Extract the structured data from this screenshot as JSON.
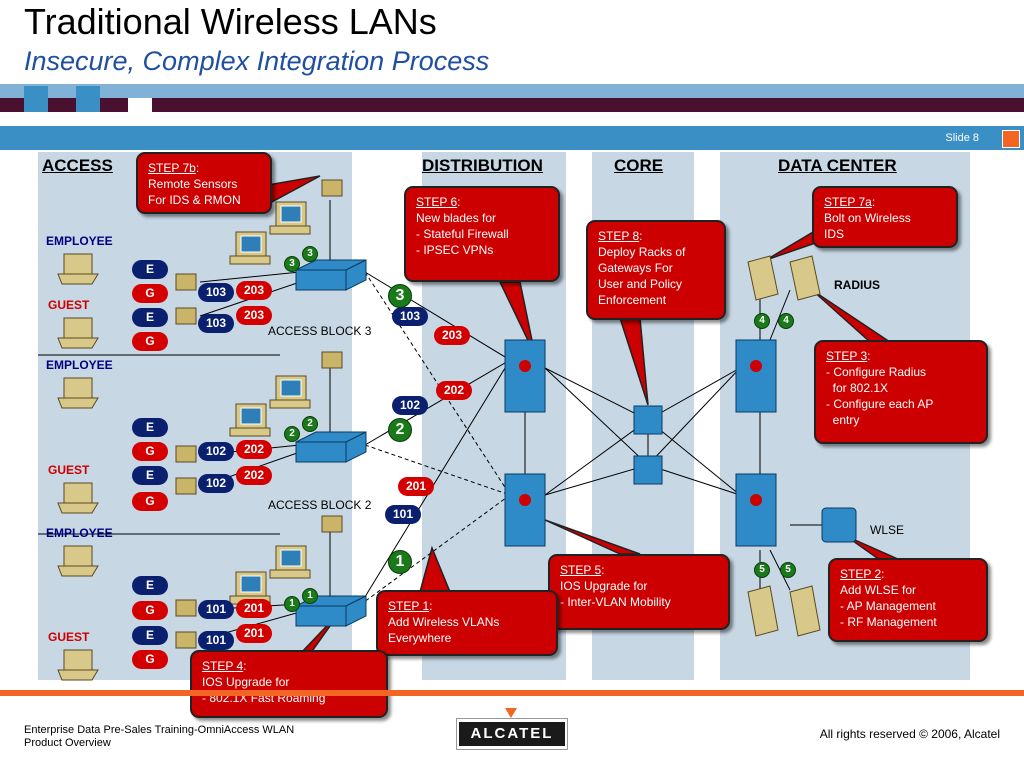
{
  "header": {
    "title": "Traditional Wireless LANs",
    "subtitle": "Insecure, Complex Integration Process",
    "slide_label": "Slide 8"
  },
  "columns": {
    "access": "ACCESS",
    "distribution": "DISTRIBUTION",
    "core": "CORE",
    "data_center": "DATA CENTER"
  },
  "access_blocks": {
    "block3": "ACCESS BLOCK 3",
    "block2": "ACCESS BLOCK 2"
  },
  "roles": {
    "employee": "EMPLOYEE",
    "guest": "GUEST"
  },
  "ssid_tags": {
    "e": "E",
    "g": "G"
  },
  "vlans": {
    "v101": "101",
    "v102": "102",
    "v103": "103",
    "v201": "201",
    "v202": "202",
    "v203": "203"
  },
  "step_numbers": {
    "one": "1",
    "two": "2",
    "three": "3",
    "four": "4",
    "five": "5"
  },
  "devices": {
    "radius": "RADIUS",
    "wlse": "WLSE"
  },
  "steps": {
    "s7b": {
      "label": "STEP 7b",
      "text": "Remote Sensors\nFor IDS & RMON"
    },
    "s6": {
      "label": "STEP 6",
      "text": "New blades for\n- Stateful Firewall\n- IPSEC VPNs"
    },
    "s8": {
      "label": "STEP 8",
      "text": "Deploy Racks of\nGateways For\nUser and Policy\nEnforcement"
    },
    "s7a": {
      "label": "STEP 7a",
      "text": "Bolt on Wireless\nIDS"
    },
    "s3": {
      "label": "STEP 3",
      "text": "- Configure Radius\n  for 802.1X\n- Configure each AP\n  entry"
    },
    "s5": {
      "label": "STEP 5",
      "text": "IOS Upgrade for\n- Inter-VLAN Mobility"
    },
    "s2": {
      "label": "STEP 2",
      "text": "Add WLSE for\n- AP Management\n- RF Management"
    },
    "s1": {
      "label": "STEP 1",
      "text": "Add Wireless VLANs\nEverywhere"
    },
    "s4": {
      "label": "STEP 4",
      "text": "IOS Upgrade for\n- 802.1X Fast Roaming"
    }
  },
  "footer": {
    "left": "Enterprise Data Pre-Sales Training-OmniAccess WLAN\nProduct Overview",
    "right": "All rights reserved © 2006, Alcatel",
    "logo": "ALCATEL"
  },
  "colors": {
    "panel": "#c8d7e4",
    "bubble": "#cc0000",
    "vlan_navy": "#0a1f6e",
    "vlan_red": "#d40000",
    "step_green": "#1a7a1a",
    "accent_orange": "#f26522",
    "band_blue": "#3a8fc4"
  }
}
